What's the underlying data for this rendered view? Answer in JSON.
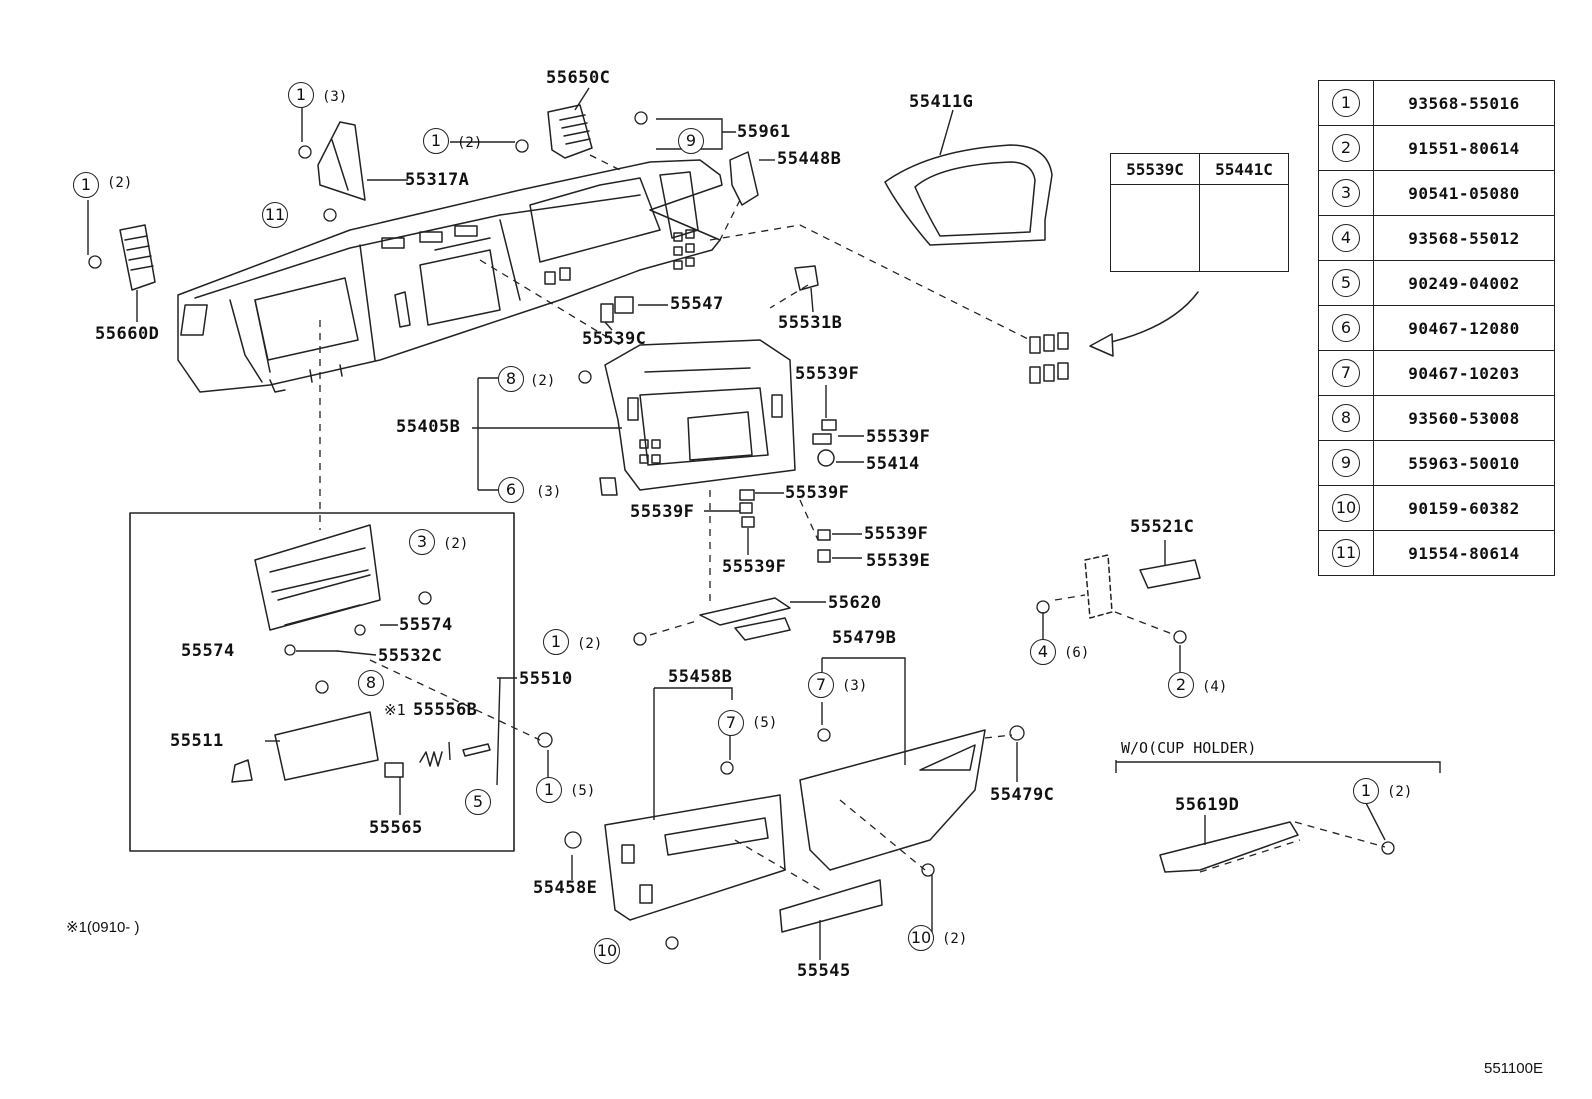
{
  "diagram_code": "551100E",
  "footnote": {
    "mark": "※1",
    "text": "(0910-      )"
  },
  "wo_label": "W/O(CUP HOLDER)",
  "parts": {
    "p55650C": "55650C",
    "p55961": "55961",
    "p55448B": "55448B",
    "p55411G": "55411G",
    "p55317A": "55317A",
    "p55660D": "55660D",
    "p55547": "55547",
    "p55539C": "55539C",
    "p55531B": "55531B",
    "p55539F_a": "55539F",
    "p55539F_b": "55539F",
    "p55414": "55414",
    "p55405B": "55405B",
    "p55539F_c": "55539F",
    "p55539F_d": "55539F",
    "p55539F_e": "55539F",
    "p55539F_f": "55539F",
    "p55539E": "55539E",
    "p55620": "55620",
    "p55521C": "55521C",
    "p55574_a": "55574",
    "p55574_b": "55574",
    "p55532C": "55532C",
    "p55510": "55510",
    "p55556B": "55556B",
    "p55511": "55511",
    "p55565": "55565",
    "p55458B": "55458B",
    "p55479B": "55479B",
    "p55479C": "55479C",
    "p55458E": "55458E",
    "p55545": "55545",
    "p55619D": "55619D"
  },
  "inset": {
    "left": "55539C",
    "right": "55441C"
  },
  "legend": [
    {
      "key": "1",
      "part": "93568-55016"
    },
    {
      "key": "2",
      "part": "91551-80614"
    },
    {
      "key": "3",
      "part": "90541-05080"
    },
    {
      "key": "4",
      "part": "93568-55012"
    },
    {
      "key": "5",
      "part": "90249-04002"
    },
    {
      "key": "6",
      "part": "90467-12080"
    },
    {
      "key": "7",
      "part": "90467-10203"
    },
    {
      "key": "8",
      "part": "93560-53008"
    },
    {
      "key": "9",
      "part": "55963-50010"
    },
    {
      "key": "10",
      "part": "90159-60382"
    },
    {
      "key": "11",
      "part": "91554-80614"
    }
  ],
  "callouts": [
    {
      "id": "c1",
      "num": "1",
      "qty": "(3)"
    },
    {
      "id": "c2",
      "num": "1",
      "qty": "(2)"
    },
    {
      "id": "c3",
      "num": "1",
      "qty": "(2)"
    },
    {
      "id": "c4",
      "num": "11",
      "qty": ""
    },
    {
      "id": "c5",
      "num": "9",
      "qty": ""
    },
    {
      "id": "c6",
      "num": "8",
      "qty": "(2)"
    },
    {
      "id": "c7",
      "num": "6",
      "qty": "(3)"
    },
    {
      "id": "c8",
      "num": "3",
      "qty": "(2)"
    },
    {
      "id": "c9",
      "num": "8",
      "qty": ""
    },
    {
      "id": "c10",
      "num": "5",
      "qty": ""
    },
    {
      "id": "c11",
      "num": "1",
      "qty": "(2)"
    },
    {
      "id": "c12",
      "num": "1",
      "qty": "(5)"
    },
    {
      "id": "c13",
      "num": "7",
      "qty": "(5)"
    },
    {
      "id": "c14",
      "num": "7",
      "qty": "(3)"
    },
    {
      "id": "c15",
      "num": "10",
      "qty": ""
    },
    {
      "id": "c16",
      "num": "10",
      "qty": "(2)"
    },
    {
      "id": "c17",
      "num": "4",
      "qty": "(6)"
    },
    {
      "id": "c18",
      "num": "2",
      "qty": "(4)"
    },
    {
      "id": "c19",
      "num": "1",
      "qty": "(2)"
    }
  ]
}
